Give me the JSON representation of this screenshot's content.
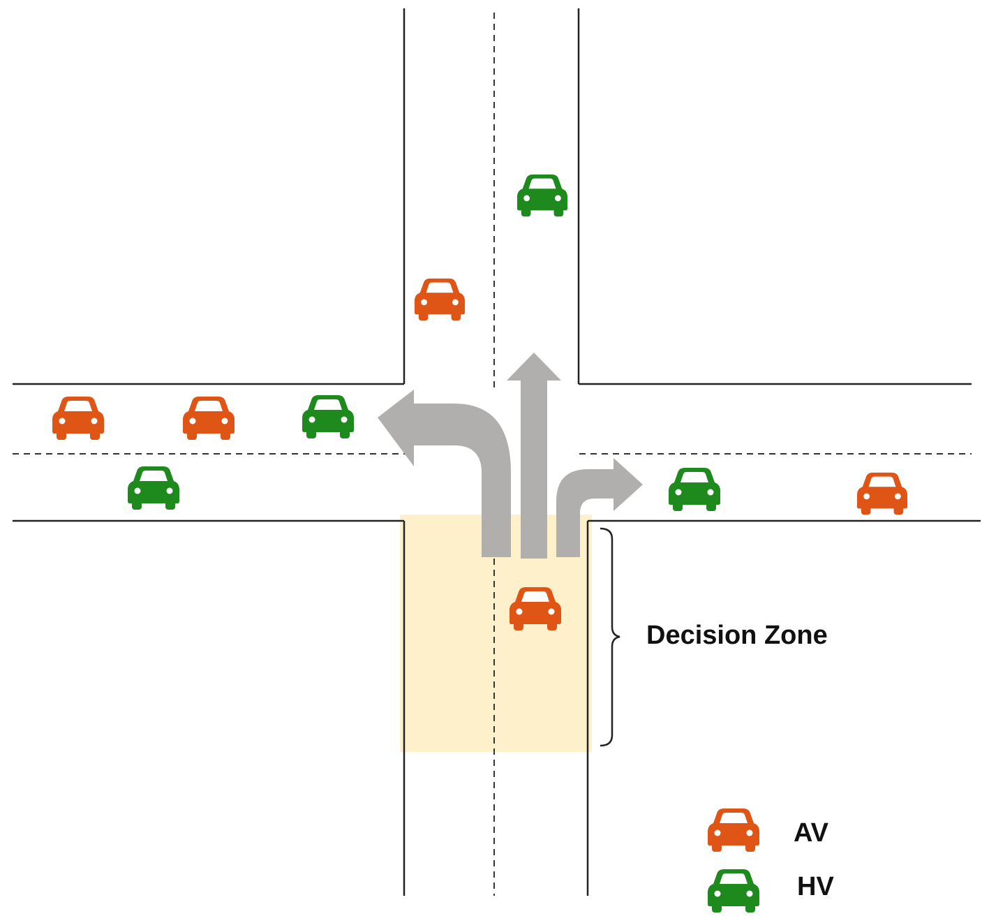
{
  "colors": {
    "av": "#df5515",
    "hv": "#1e8a1e",
    "arrow": "#b1aeae",
    "decision_zone": "#fff0cc",
    "road_line": "#222222"
  },
  "decision_zone": {
    "label": "Decision Zone"
  },
  "movements": [
    "left-turn",
    "through",
    "right-turn"
  ],
  "legend": [
    {
      "type": "av",
      "icon": "car-icon",
      "label": "AV"
    },
    {
      "type": "hv",
      "icon": "car-icon",
      "label": "HV"
    }
  ]
}
